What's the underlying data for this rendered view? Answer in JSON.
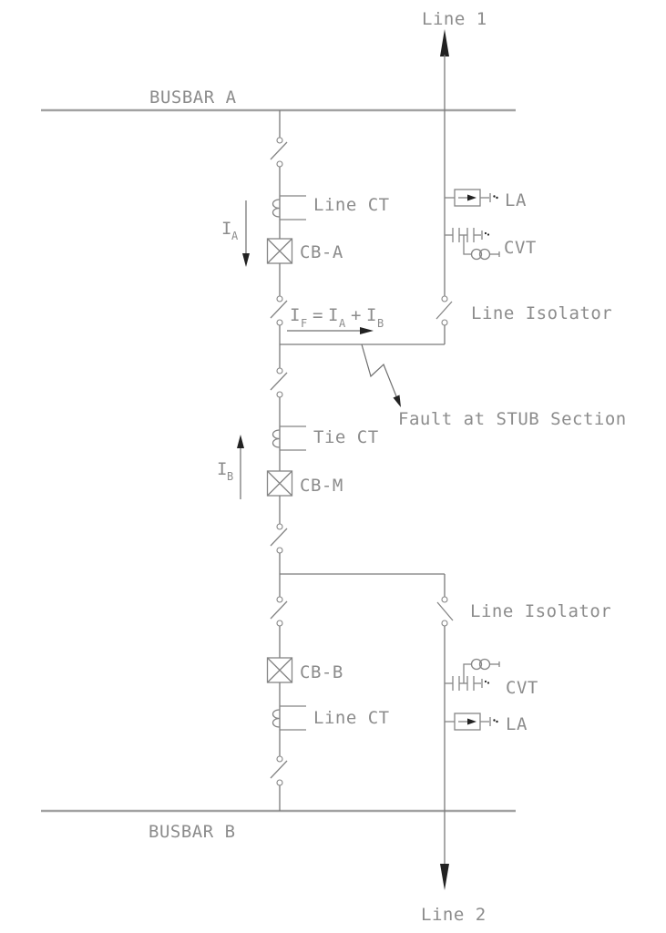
{
  "diagram_type": "single-line electrical schematic, stub fault protection between two busbars",
  "labels": {
    "line1": "Line 1",
    "line2": "Line 2",
    "busbar_a": "BUSBAR A",
    "busbar_b": "BUSBAR B",
    "line_ct_top": "Line CT",
    "tie_ct": "Tie CT",
    "line_ct_bottom": "Line CT",
    "cb_a": "CB-A",
    "cb_m": "CB-M",
    "cb_b": "CB-B",
    "line_isolator_top": "Line Isolator",
    "line_isolator_bottom": "Line Isolator",
    "la_top": "LA",
    "la_bottom": "LA",
    "cvt_top": "CVT",
    "cvt_bottom": "CVT",
    "fault": "Fault at STUB Section"
  },
  "currents": {
    "ia": {
      "symbol": "I",
      "subscript": "A"
    },
    "ib": {
      "symbol": "I",
      "subscript": "B"
    },
    "equation": {
      "i1": "I",
      "s1": "F",
      "eq": "=",
      "i2": "I",
      "s2": "A",
      "plus": "+",
      "i3": "I",
      "s3": "B"
    }
  },
  "colors": {
    "background": "#ffffff",
    "wire": "#7a7a7a",
    "busbar": "#a2a2a2",
    "symbol": "#858585",
    "text": "#8c8c8c",
    "arrowhead": "#222222"
  }
}
